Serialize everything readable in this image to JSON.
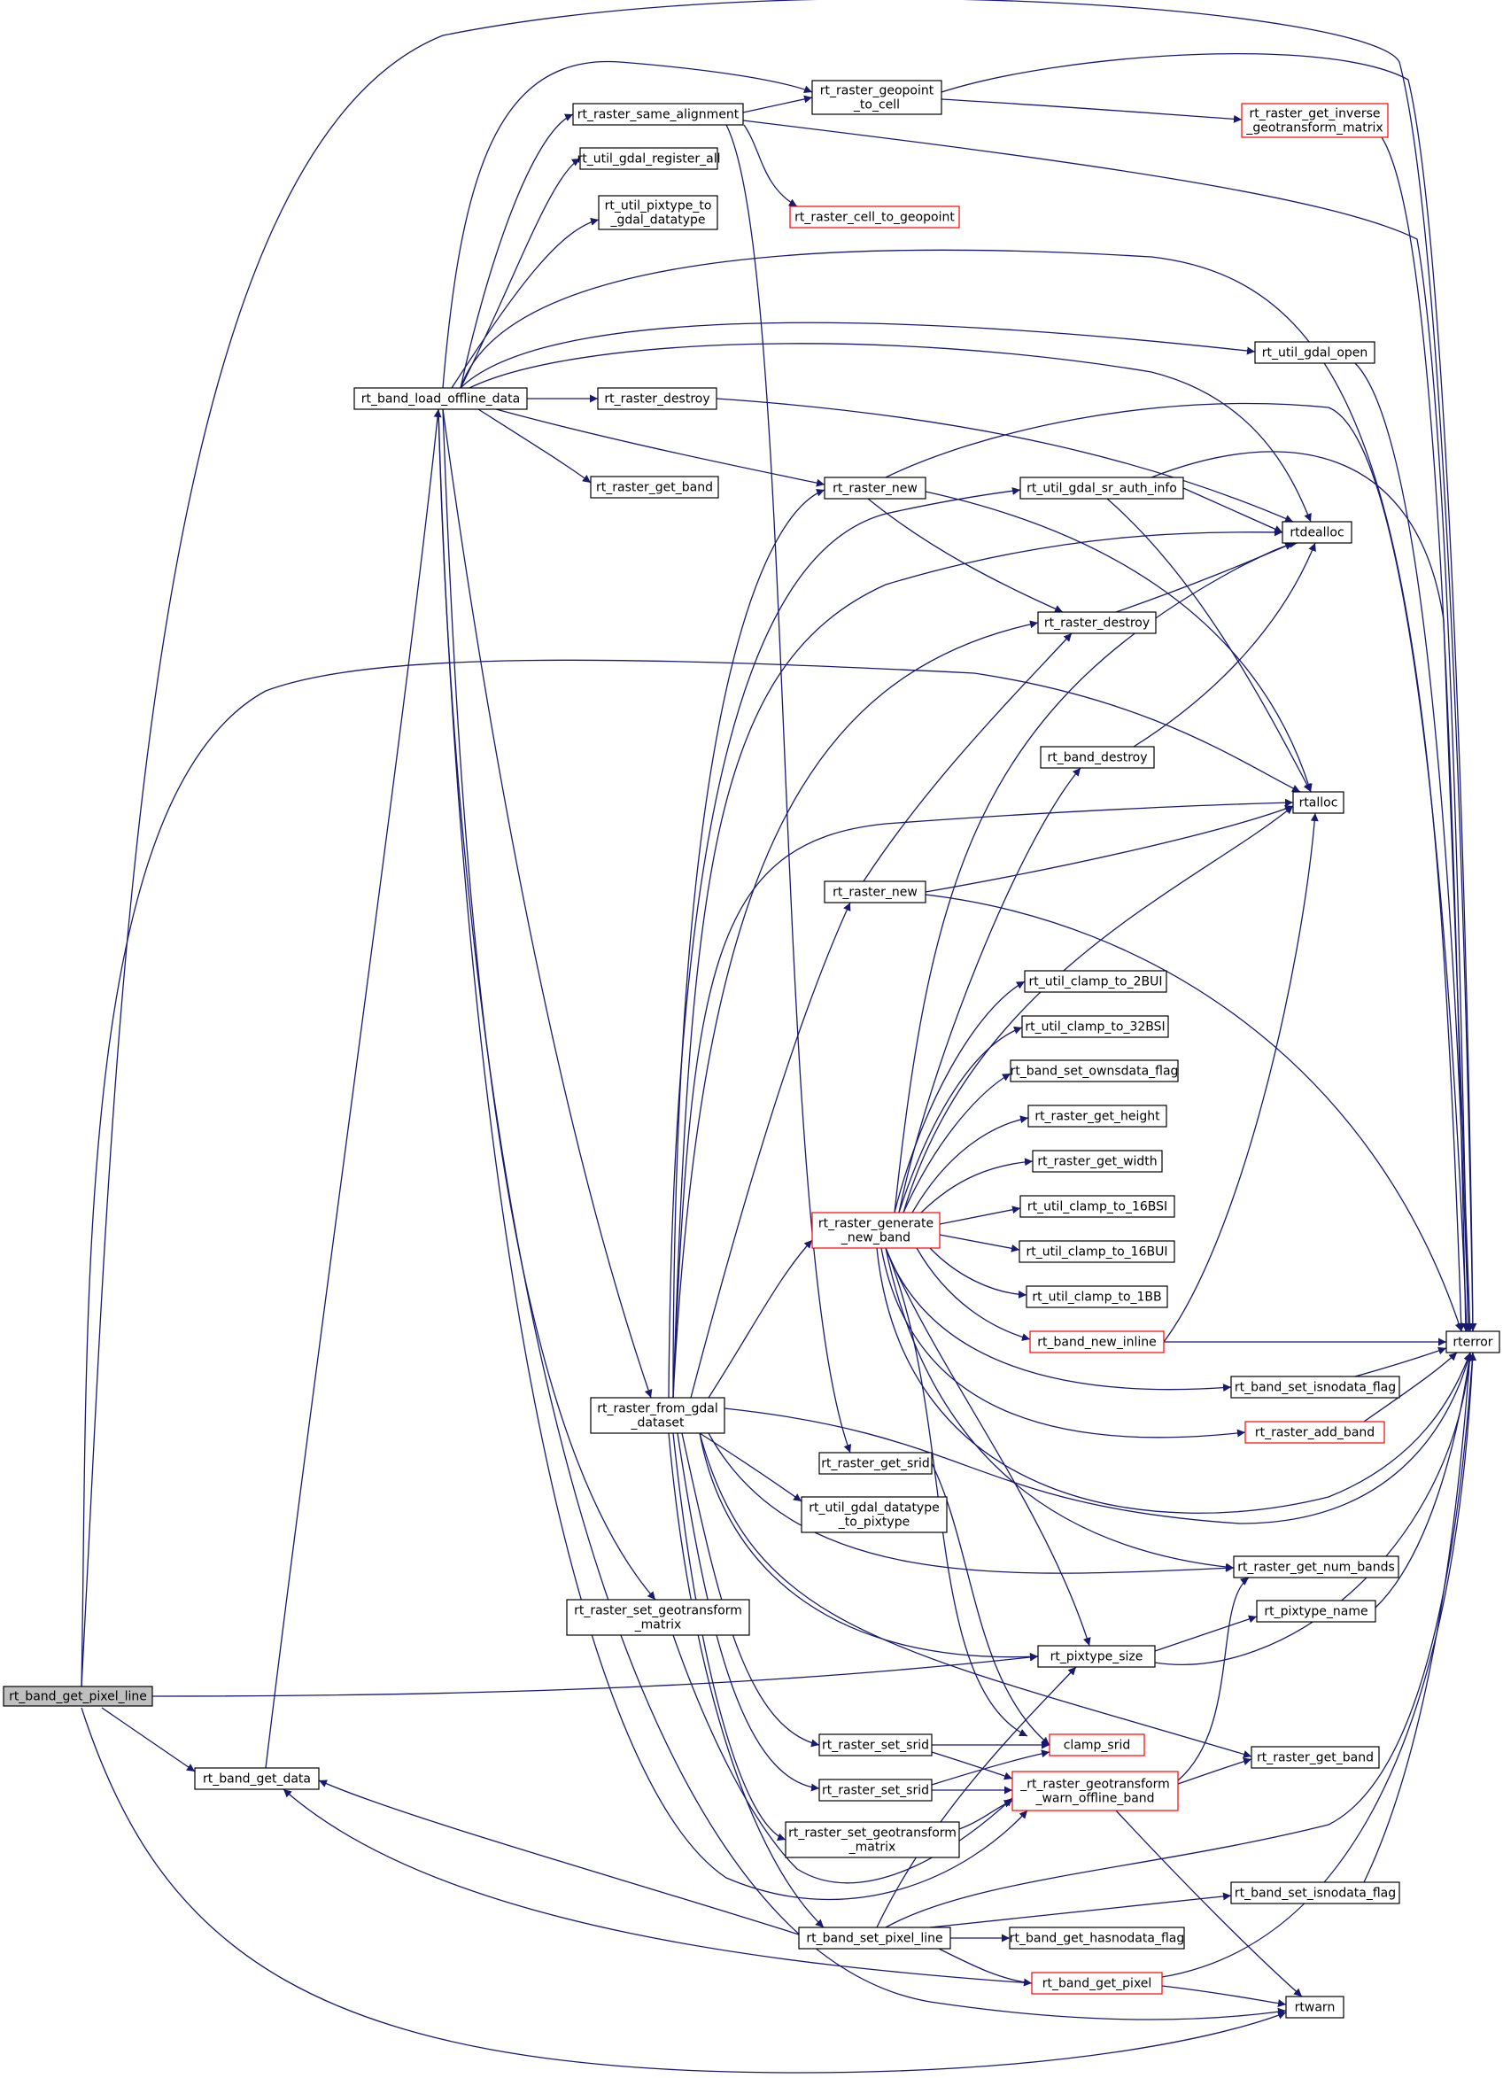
{
  "colors": {
    "edge": "#191970",
    "node_border": "#000000",
    "node_border_incomplete": "#ff0000",
    "node_fill": "#ffffff",
    "focus_fill": "#bfbfbf"
  },
  "nodes": [
    {
      "id": "n0",
      "lines": [
        "rt_band_get_pixel_line"
      ],
      "kind": "focus"
    },
    {
      "id": "n1",
      "lines": [
        "rt_band_get_data"
      ],
      "kind": "normal"
    },
    {
      "id": "n2",
      "lines": [
        "rt_band_load_offline_data"
      ],
      "kind": "normal"
    },
    {
      "id": "n3",
      "lines": [
        "rt_raster_same_alignment"
      ],
      "kind": "normal"
    },
    {
      "id": "n4",
      "lines": [
        "rt_util_gdal_register_all"
      ],
      "kind": "normal"
    },
    {
      "id": "n5",
      "lines": [
        "rt_util_pixtype_to",
        "_gdal_datatype"
      ],
      "kind": "normal"
    },
    {
      "id": "n6",
      "lines": [
        "rt_raster_geopoint",
        "_to_cell"
      ],
      "kind": "normal"
    },
    {
      "id": "n7",
      "lines": [
        "rt_raster_cell_to_geopoint"
      ],
      "kind": "incomplete"
    },
    {
      "id": "n8",
      "lines": [
        "rt_raster_get_inverse",
        "_geotransform_matrix"
      ],
      "kind": "incomplete"
    },
    {
      "id": "n9",
      "lines": [
        "rt_util_gdal_open"
      ],
      "kind": "normal"
    },
    {
      "id": "n10",
      "lines": [
        "rt_raster_destroy"
      ],
      "kind": "normal"
    },
    {
      "id": "n11",
      "lines": [
        "rt_raster_new"
      ],
      "kind": "normal"
    },
    {
      "id": "n12",
      "lines": [
        "rt_util_gdal_sr_auth_info"
      ],
      "kind": "normal"
    },
    {
      "id": "n13",
      "lines": [
        "rt_raster_get_band"
      ],
      "kind": "normal"
    },
    {
      "id": "n14",
      "lines": [
        "rtdealloc"
      ],
      "kind": "normal"
    },
    {
      "id": "n15",
      "lines": [
        "rt_raster_destroy"
      ],
      "kind": "normal"
    },
    {
      "id": "n16",
      "lines": [
        "rt_band_destroy"
      ],
      "kind": "normal"
    },
    {
      "id": "n17",
      "lines": [
        "rtalloc"
      ],
      "kind": "normal"
    },
    {
      "id": "n18",
      "lines": [
        "rt_raster_new"
      ],
      "kind": "normal"
    },
    {
      "id": "n19",
      "lines": [
        "rt_util_clamp_to_2BUI"
      ],
      "kind": "normal"
    },
    {
      "id": "n20",
      "lines": [
        "rt_util_clamp_to_32BSI"
      ],
      "kind": "normal"
    },
    {
      "id": "n21",
      "lines": [
        "rt_band_set_ownsdata_flag"
      ],
      "kind": "normal"
    },
    {
      "id": "n22",
      "lines": [
        "rt_raster_get_height"
      ],
      "kind": "normal"
    },
    {
      "id": "n23",
      "lines": [
        "rt_raster_get_width"
      ],
      "kind": "normal"
    },
    {
      "id": "n24",
      "lines": [
        "rt_util_clamp_to_16BSI"
      ],
      "kind": "normal"
    },
    {
      "id": "n25",
      "lines": [
        "rt_raster_generate",
        "_new_band"
      ],
      "kind": "incomplete"
    },
    {
      "id": "n26",
      "lines": [
        "rt_util_clamp_to_16BUI"
      ],
      "kind": "normal"
    },
    {
      "id": "n27",
      "lines": [
        "rt_util_clamp_to_1BB"
      ],
      "kind": "normal"
    },
    {
      "id": "n28",
      "lines": [
        "rt_band_new_inline"
      ],
      "kind": "incomplete"
    },
    {
      "id": "n29",
      "lines": [
        "rterror"
      ],
      "kind": "normal"
    },
    {
      "id": "n30",
      "lines": [
        "rt_band_set_isnodata_flag"
      ],
      "kind": "normal"
    },
    {
      "id": "n31",
      "lines": [
        "rt_raster_from_gdal",
        "_dataset"
      ],
      "kind": "normal"
    },
    {
      "id": "n32",
      "lines": [
        "rt_raster_add_band"
      ],
      "kind": "incomplete"
    },
    {
      "id": "n33",
      "lines": [
        "rt_raster_get_srid"
      ],
      "kind": "normal"
    },
    {
      "id": "n34",
      "lines": [
        "rt_util_gdal_datatype",
        "_to_pixtype"
      ],
      "kind": "normal"
    },
    {
      "id": "n35",
      "lines": [
        "rt_raster_get_num_bands"
      ],
      "kind": "normal"
    },
    {
      "id": "n36",
      "lines": [
        "rt_raster_set_geotransform",
        "_matrix"
      ],
      "kind": "normal"
    },
    {
      "id": "n37",
      "lines": [
        "rt_pixtype_name"
      ],
      "kind": "normal"
    },
    {
      "id": "n38",
      "lines": [
        "rt_pixtype_size"
      ],
      "kind": "normal"
    },
    {
      "id": "n39",
      "lines": [
        "rt_raster_set_srid"
      ],
      "kind": "normal"
    },
    {
      "id": "n40",
      "lines": [
        "clamp_srid"
      ],
      "kind": "incomplete"
    },
    {
      "id": "n41",
      "lines": [
        "rt_raster_get_band"
      ],
      "kind": "normal"
    },
    {
      "id": "n42",
      "lines": [
        "rt_raster_set_srid"
      ],
      "kind": "normal"
    },
    {
      "id": "n43",
      "lines": [
        "_rt_raster_geotransform",
        "_warn_offline_band"
      ],
      "kind": "incomplete"
    },
    {
      "id": "n44",
      "lines": [
        "rt_raster_set_geotransform",
        "_matrix"
      ],
      "kind": "normal"
    },
    {
      "id": "n45",
      "lines": [
        "rt_band_set_isnodata_flag"
      ],
      "kind": "normal"
    },
    {
      "id": "n46",
      "lines": [
        "rt_band_set_pixel_line"
      ],
      "kind": "normal"
    },
    {
      "id": "n47",
      "lines": [
        "rt_band_get_hasnodata_flag"
      ],
      "kind": "normal"
    },
    {
      "id": "n48",
      "lines": [
        "rt_band_get_pixel"
      ],
      "kind": "incomplete"
    },
    {
      "id": "n49",
      "lines": [
        "rtwarn"
      ],
      "kind": "normal"
    }
  ],
  "edges": [
    {
      "from": "n0",
      "to": "n1"
    },
    {
      "from": "n0",
      "to": "n29"
    },
    {
      "from": "n0",
      "to": "n17"
    },
    {
      "from": "n0",
      "to": "n38"
    },
    {
      "from": "n0",
      "to": "n49"
    },
    {
      "from": "n1",
      "to": "n2"
    },
    {
      "from": "n2",
      "to": "n3"
    },
    {
      "from": "n2",
      "to": "n4"
    },
    {
      "from": "n2",
      "to": "n5"
    },
    {
      "from": "n2",
      "to": "n6"
    },
    {
      "from": "n2",
      "to": "n29"
    },
    {
      "from": "n2",
      "to": "n9"
    },
    {
      "from": "n2",
      "to": "n14"
    },
    {
      "from": "n2",
      "to": "n10"
    },
    {
      "from": "n2",
      "to": "n11"
    },
    {
      "from": "n2",
      "to": "n13"
    },
    {
      "from": "n2",
      "to": "n31"
    },
    {
      "from": "n2",
      "to": "n36"
    },
    {
      "from": "n2",
      "to": "n43"
    },
    {
      "from": "n2",
      "to": "n49"
    },
    {
      "from": "n3",
      "to": "n6"
    },
    {
      "from": "n3",
      "to": "n7"
    },
    {
      "from": "n3",
      "to": "n29"
    },
    {
      "from": "n3",
      "to": "n33"
    },
    {
      "from": "n6",
      "to": "n8"
    },
    {
      "from": "n6",
      "to": "n29"
    },
    {
      "from": "n8",
      "to": "n29"
    },
    {
      "from": "n9",
      "to": "n29"
    },
    {
      "from": "n10",
      "to": "n14"
    },
    {
      "from": "n11",
      "to": "n29"
    },
    {
      "from": "n11",
      "to": "n17"
    },
    {
      "from": "n11",
      "to": "n15"
    },
    {
      "from": "n12",
      "to": "n14"
    },
    {
      "from": "n12",
      "to": "n17"
    },
    {
      "from": "n12",
      "to": "n29"
    },
    {
      "from": "n15",
      "to": "n14"
    },
    {
      "from": "n16",
      "to": "n14"
    },
    {
      "from": "n18",
      "to": "n15"
    },
    {
      "from": "n18",
      "to": "n17"
    },
    {
      "from": "n18",
      "to": "n29"
    },
    {
      "from": "n25",
      "to": "n14"
    },
    {
      "from": "n25",
      "to": "n16"
    },
    {
      "from": "n25",
      "to": "n17"
    },
    {
      "from": "n25",
      "to": "n19"
    },
    {
      "from": "n25",
      "to": "n20"
    },
    {
      "from": "n25",
      "to": "n21"
    },
    {
      "from": "n25",
      "to": "n22"
    },
    {
      "from": "n25",
      "to": "n23"
    },
    {
      "from": "n25",
      "to": "n24"
    },
    {
      "from": "n25",
      "to": "n26"
    },
    {
      "from": "n25",
      "to": "n27"
    },
    {
      "from": "n25",
      "to": "n28"
    },
    {
      "from": "n25",
      "to": "n30"
    },
    {
      "from": "n25",
      "to": "n32"
    },
    {
      "from": "n25",
      "to": "n29"
    },
    {
      "from": "n25",
      "to": "n35"
    },
    {
      "from": "n25",
      "to": "n38"
    },
    {
      "from": "n25",
      "to": "n40"
    },
    {
      "from": "n28",
      "to": "n17"
    },
    {
      "from": "n28",
      "to": "n29"
    },
    {
      "from": "n30",
      "to": "n29"
    },
    {
      "from": "n32",
      "to": "n29"
    },
    {
      "from": "n31",
      "to": "n14"
    },
    {
      "from": "n31",
      "to": "n15"
    },
    {
      "from": "n31",
      "to": "n17"
    },
    {
      "from": "n31",
      "to": "n11"
    },
    {
      "from": "n31",
      "to": "n12"
    },
    {
      "from": "n31",
      "to": "n18"
    },
    {
      "from": "n31",
      "to": "n25"
    },
    {
      "from": "n31",
      "to": "n29"
    },
    {
      "from": "n31",
      "to": "n34"
    },
    {
      "from": "n31",
      "to": "n35"
    },
    {
      "from": "n31",
      "to": "n38"
    },
    {
      "from": "n31",
      "to": "n41"
    },
    {
      "from": "n31",
      "to": "n39"
    },
    {
      "from": "n31",
      "to": "n42"
    },
    {
      "from": "n31",
      "to": "n44"
    },
    {
      "from": "n31",
      "to": "n46"
    },
    {
      "from": "n33",
      "to": "n40"
    },
    {
      "from": "n36",
      "to": "n43"
    },
    {
      "from": "n38",
      "to": "n37"
    },
    {
      "from": "n38",
      "to": "n29"
    },
    {
      "from": "n37",
      "to": "n29"
    },
    {
      "from": "n39",
      "to": "n40"
    },
    {
      "from": "n39",
      "to": "n43"
    },
    {
      "from": "n42",
      "to": "n40"
    },
    {
      "from": "n42",
      "to": "n43"
    },
    {
      "from": "n43",
      "to": "n35"
    },
    {
      "from": "n43",
      "to": "n41"
    },
    {
      "from": "n43",
      "to": "n49"
    },
    {
      "from": "n44",
      "to": "n43"
    },
    {
      "from": "n45",
      "to": "n29"
    },
    {
      "from": "n46",
      "to": "n1"
    },
    {
      "from": "n46",
      "to": "n29"
    },
    {
      "from": "n46",
      "to": "n38"
    },
    {
      "from": "n46",
      "to": "n45"
    },
    {
      "from": "n46",
      "to": "n47"
    },
    {
      "from": "n46",
      "to": "n48"
    },
    {
      "from": "n48",
      "to": "n1"
    },
    {
      "from": "n48",
      "to": "n29"
    },
    {
      "from": "n48",
      "to": "n49"
    }
  ]
}
